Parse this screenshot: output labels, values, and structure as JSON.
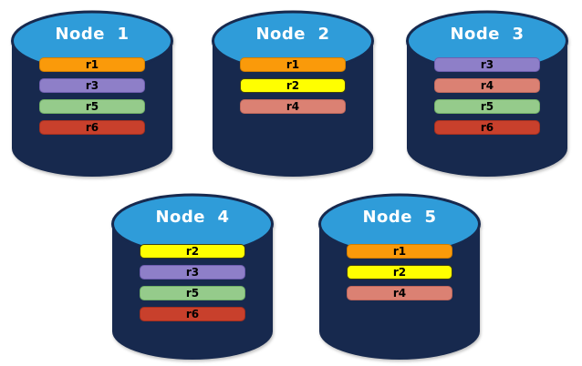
{
  "colors": {
    "canvas_background": "#FFFFFF",
    "cylinder_body": "#17294E",
    "cylinder_top": "#2F9CD9",
    "title_text": "#FFFFFF",
    "bar_text": "#000000"
  },
  "replica_colors": {
    "r1": {
      "fill": "#FA9A0A",
      "border": "#D07D00"
    },
    "r2": {
      "fill": "#FFFF00",
      "border": "#3F3F14"
    },
    "r3": {
      "fill": "#8E7FC8",
      "border": "#6F5EB0"
    },
    "r4": {
      "fill": "#DB8173",
      "border": "#BE675B"
    },
    "r5": {
      "fill": "#95CB8B",
      "border": "#6FAE66"
    },
    "r6": {
      "fill": "#C8402C",
      "border": "#A32F1F"
    }
  },
  "nodes": [
    {
      "label": "Node  1",
      "replicas": [
        "r1",
        "r3",
        "r5",
        "r6"
      ]
    },
    {
      "label": "Node  2",
      "replicas": [
        "r1",
        "r2",
        "r4"
      ]
    },
    {
      "label": "Node  3",
      "replicas": [
        "r3",
        "r4",
        "r5",
        "r6"
      ]
    },
    {
      "label": "Node  4",
      "replicas": [
        "r2",
        "r3",
        "r5",
        "r6"
      ]
    },
    {
      "label": "Node  5",
      "replicas": [
        "r1",
        "r2",
        "r4"
      ]
    }
  ]
}
